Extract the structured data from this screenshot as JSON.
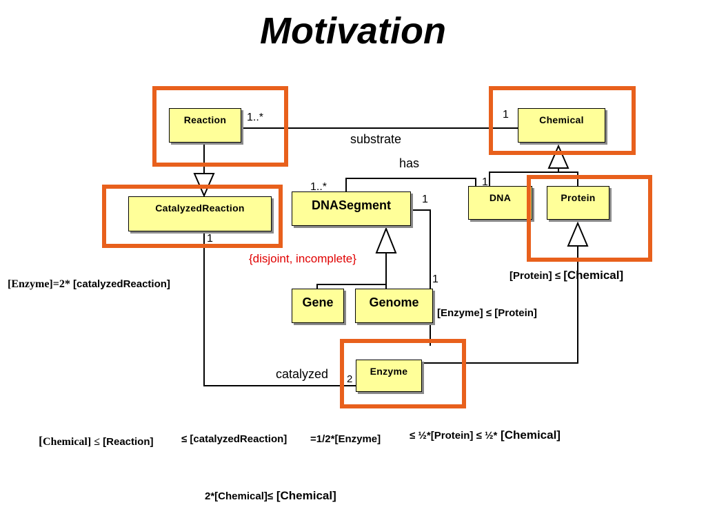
{
  "title": "Motivation",
  "classes": {
    "reaction": "Reaction",
    "chemical": "Chemical",
    "catalyzed_reaction": "CatalyzedReaction",
    "dna_segment": "DNASegment",
    "dna": "DNA",
    "protein": "Protein",
    "gene": "Gene",
    "genome": "Genome",
    "enzyme": "Enzyme"
  },
  "associations": {
    "substrate": "substrate",
    "has": "has",
    "catalyzed": "catalyzed"
  },
  "multiplicities": {
    "reaction_substrate": "1..*",
    "chemical_substrate": "1",
    "dnasegment_has": "1..*",
    "dna_has": "1",
    "dnasegment_right": "1",
    "catalyzedreaction_bottom": "1",
    "genome_enzyme": "1",
    "enzyme_catalyzed": "2"
  },
  "constraint": "{disjoint, incomplete}",
  "annotations": {
    "enzyme_count_prefix": "[Enzyme]=2*",
    "enzyme_count_suffix": " [catalyzedReaction]",
    "protein_le_chemical_a": "[Protein] ≤ ",
    "protein_le_chemical_b": " [Chemical]",
    "enzyme_le_protein": "[Enzyme] ≤ [Protein]"
  },
  "equations": {
    "chain_a_bracket": "[",
    "chain_a_serif": "Chemical] ≤",
    "chain_a_rest": " [Reaction]",
    "chain_b": "≤ [catalyzedReaction]",
    "chain_c": "=1/2*[Enzyme]",
    "chain_d_small": "≤ ½*[Protein] ≤ ½*",
    "chain_d_large": " [Chemical]",
    "final_small": "2*[Chemical]≤",
    "final_large": " [Chemical]"
  },
  "colors": {
    "class_fill": "#ffff99",
    "highlight": "#e8601c",
    "constraint_text": "#e00000"
  }
}
